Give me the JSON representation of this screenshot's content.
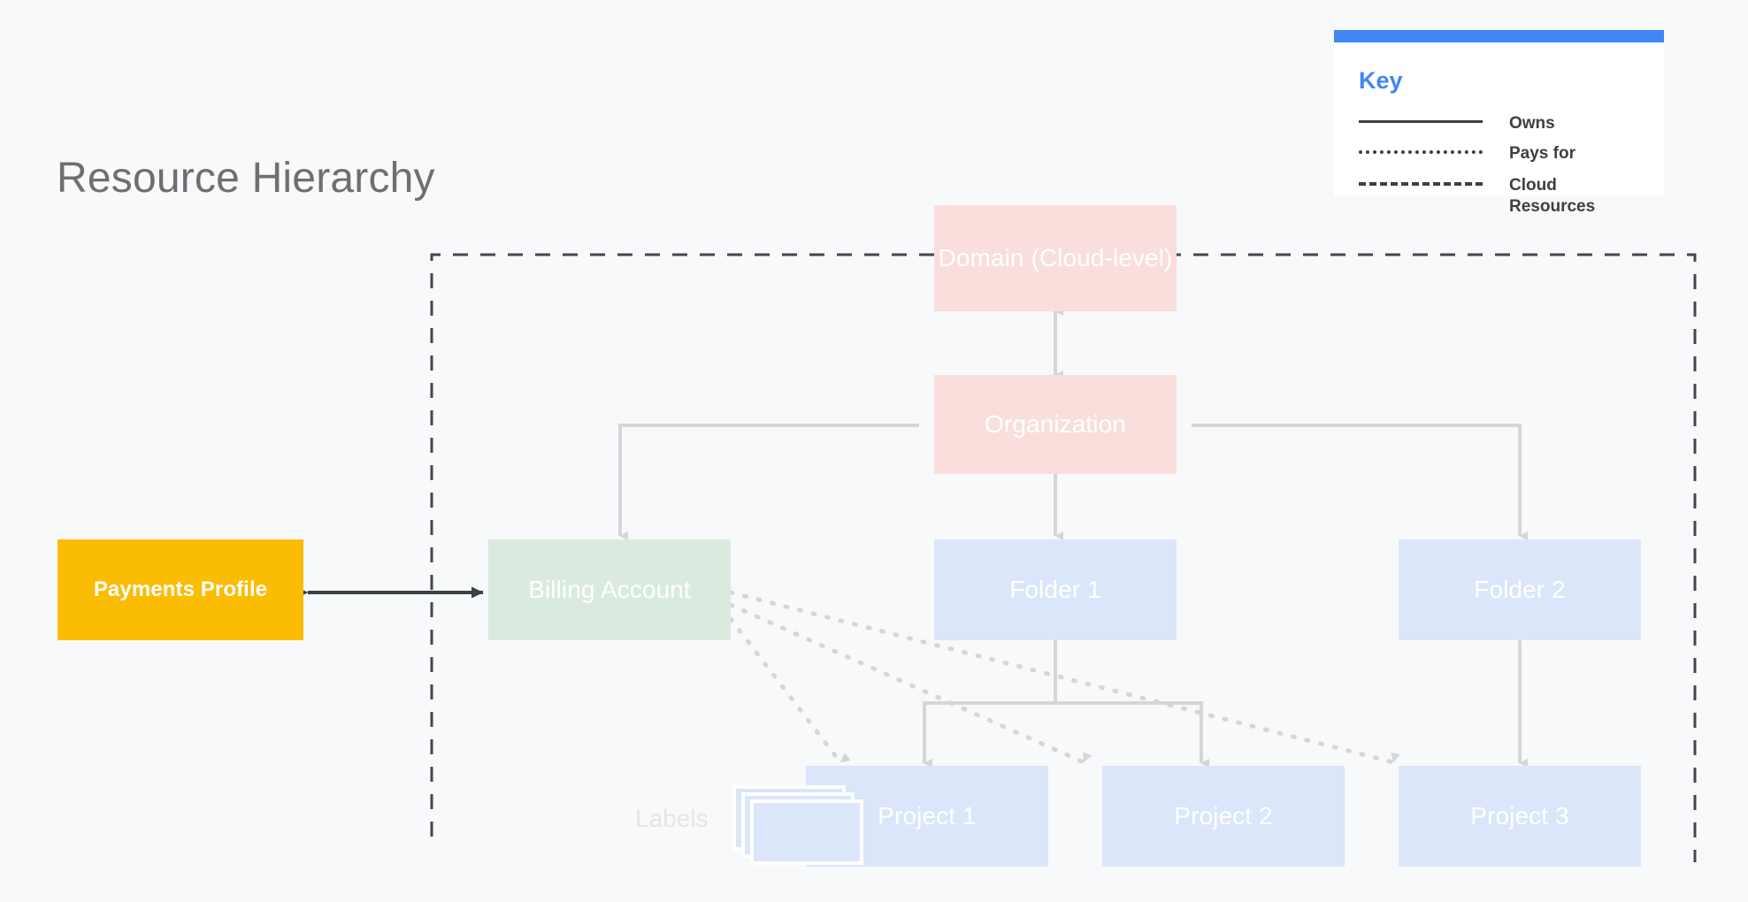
{
  "page": {
    "title": "Resource Hierarchy",
    "background": "#f8f9fa"
  },
  "key": {
    "title": "Key",
    "accent_color": "#4285f4",
    "entries": [
      {
        "style": "solid",
        "label": "Owns"
      },
      {
        "style": "dotted",
        "label": "Pays for"
      },
      {
        "style": "dashed",
        "label": "Cloud Resources"
      }
    ]
  },
  "diagram": {
    "boundary_label": "Cloud Resources",
    "labels_caption": "Labels",
    "nodes": [
      {
        "id": "domain",
        "label": "Domain (Cloud-level)",
        "color": "#f9dedc",
        "text_color": "#ffffff"
      },
      {
        "id": "org",
        "label": "Organization",
        "color": "#f9dedc",
        "text_color": "#ffffff"
      },
      {
        "id": "payments",
        "label": "Payments Profile",
        "color": "#fbbc04",
        "text_color": "#ffffff"
      },
      {
        "id": "billing",
        "label": "Billing Account",
        "color": "#dbeade",
        "text_color": "#ffffff"
      },
      {
        "id": "folder1",
        "label": "Folder 1",
        "color": "#dbe6fa",
        "text_color": "#ffffff"
      },
      {
        "id": "folder2",
        "label": "Folder 2",
        "color": "#dbe6fa",
        "text_color": "#ffffff"
      },
      {
        "id": "project1",
        "label": "Project 1",
        "color": "#dbe6fa",
        "text_color": "#ffffff"
      },
      {
        "id": "project2",
        "label": "Project 2",
        "color": "#dbe6fa",
        "text_color": "#ffffff"
      },
      {
        "id": "project3",
        "label": "Project 3",
        "color": "#dbe6fa",
        "text_color": "#ffffff"
      }
    ],
    "edges": [
      {
        "from": "domain",
        "to": "org",
        "type": "owns",
        "arrow": "both"
      },
      {
        "from": "org",
        "to": "billing",
        "type": "owns",
        "arrow": "to"
      },
      {
        "from": "org",
        "to": "folder1",
        "type": "owns",
        "arrow": "to"
      },
      {
        "from": "org",
        "to": "folder2",
        "type": "owns",
        "arrow": "to"
      },
      {
        "from": "folder1",
        "to": "project1",
        "type": "owns",
        "arrow": "to"
      },
      {
        "from": "folder1",
        "to": "project2",
        "type": "owns",
        "arrow": "to"
      },
      {
        "from": "folder2",
        "to": "project3",
        "type": "owns",
        "arrow": "to"
      },
      {
        "from": "payments",
        "to": "billing",
        "type": "owns",
        "arrow": "both"
      },
      {
        "from": "billing",
        "to": "project1",
        "type": "pays-for",
        "arrow": "to"
      },
      {
        "from": "billing",
        "to": "project2",
        "type": "pays-for",
        "arrow": "to"
      },
      {
        "from": "billing",
        "to": "project3",
        "type": "pays-for",
        "arrow": "to"
      }
    ]
  }
}
